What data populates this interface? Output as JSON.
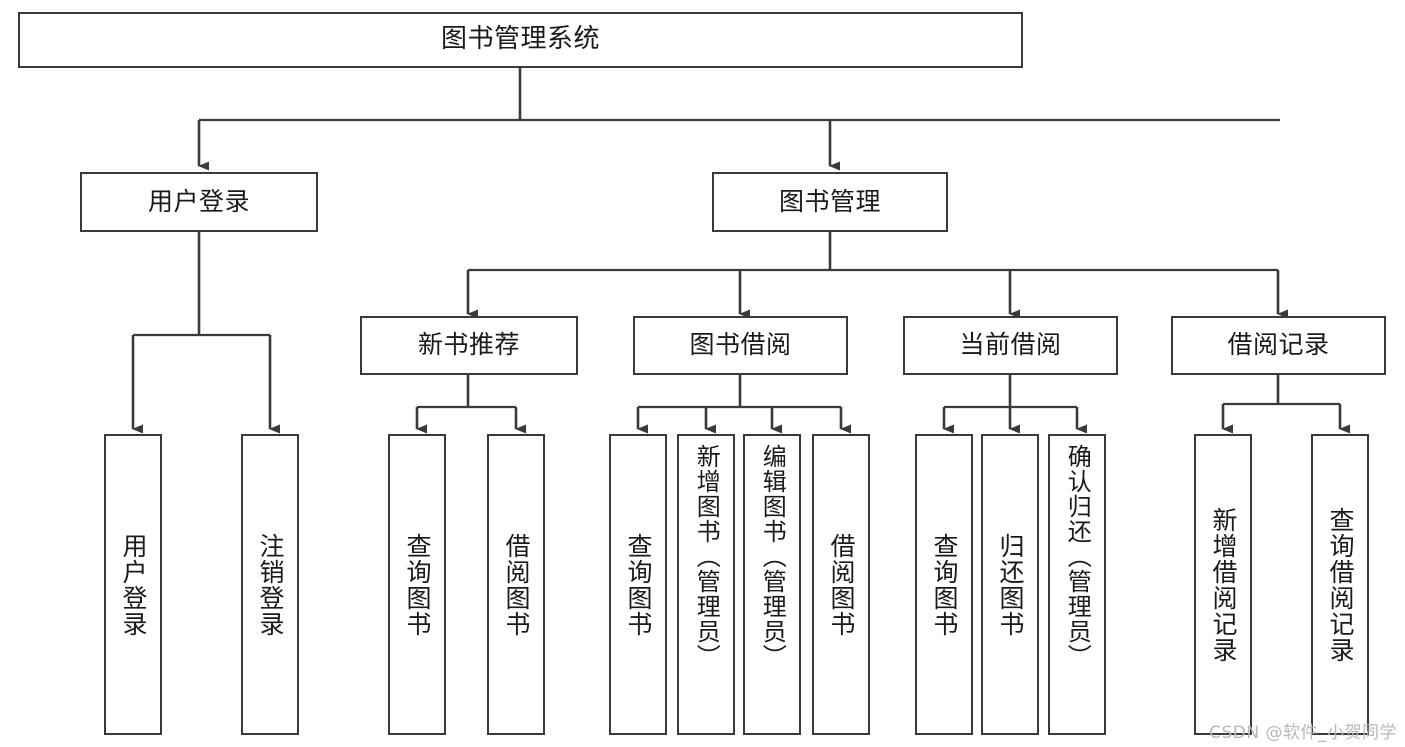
{
  "diagram": {
    "title": "图书管理系统",
    "watermark": "CSDN @软件_小贺同学",
    "colors": {
      "stroke": "#3a3a3a",
      "fill": "#ffffff",
      "text": "#1a1a1a",
      "watermark": "#b8b8b8",
      "background": "#ffffff"
    },
    "root": {
      "label": "图书管理系统"
    },
    "level1": [
      {
        "label": "用户登录"
      },
      {
        "label": "图书管理"
      }
    ],
    "level2": [
      {
        "label": "新书推荐"
      },
      {
        "label": "图书借阅"
      },
      {
        "label": "当前借阅"
      },
      {
        "label": "借阅记录"
      }
    ],
    "leaves": {
      "user_login": [
        {
          "label": "用户登录"
        },
        {
          "label": "注销登录"
        }
      ],
      "new_book_recommend": [
        {
          "label": "查询图书"
        },
        {
          "label": "借阅图书"
        }
      ],
      "book_borrow": [
        {
          "label": "查询图书"
        },
        {
          "label": "新增图书（管理员）"
        },
        {
          "label": "编辑图书（管理员）"
        },
        {
          "label": "借阅图书"
        }
      ],
      "current_borrow": [
        {
          "label": "查询图书"
        },
        {
          "label": "归还图书"
        },
        {
          "label": "确认归还（管理员）"
        }
      ],
      "borrow_record": [
        {
          "label": "新增借阅记录"
        },
        {
          "label": "查询借阅记录"
        }
      ]
    }
  }
}
